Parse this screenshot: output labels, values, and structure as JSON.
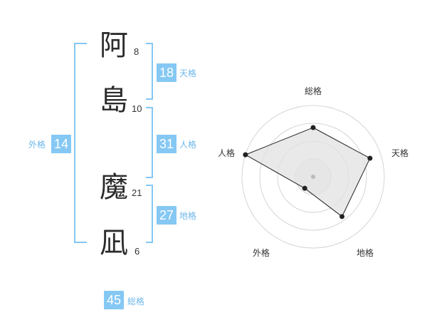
{
  "name": {
    "characters": [
      {
        "char": "阿",
        "strokes": "8"
      },
      {
        "char": "島",
        "strokes": "10"
      },
      {
        "char": "魔",
        "strokes": "21"
      },
      {
        "char": "凪",
        "strokes": "6"
      }
    ]
  },
  "fortunes": {
    "tenkaku": {
      "value": "18",
      "label": "天格"
    },
    "jinkaku": {
      "value": "31",
      "label": "人格"
    },
    "chikaku": {
      "value": "27",
      "label": "地格"
    },
    "gaikaku": {
      "value": "14",
      "label": "外格"
    },
    "soukaku": {
      "value": "45",
      "label": "総格"
    }
  },
  "radar": {
    "axes": [
      "総格",
      "天格",
      "地格",
      "外格",
      "人格"
    ],
    "values": [
      0.69,
      0.84,
      0.69,
      0.2,
      1.0
    ],
    "rings": 4,
    "colors": {
      "ring": "#d5d5d5",
      "fill": "#e2e2e2",
      "line": "#222222",
      "center": "#bbbbbb",
      "accent": "#85c8f4"
    }
  }
}
